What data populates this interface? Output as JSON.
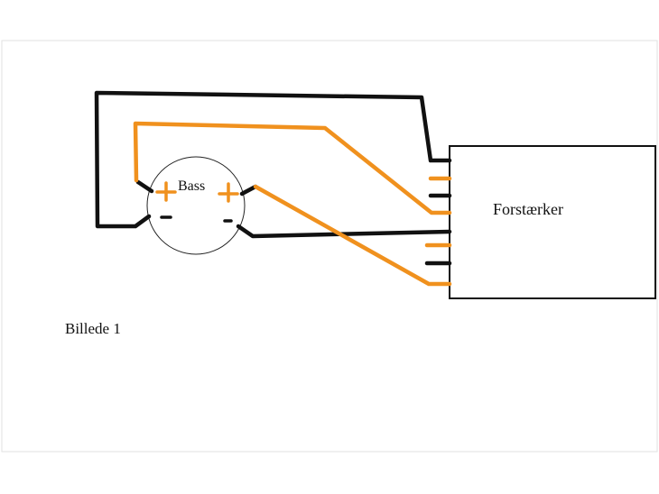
{
  "labels": {
    "speaker": "Bass",
    "amplifier": "Forstærker",
    "caption": "Billede 1",
    "plus_left": "+",
    "plus_right": "+",
    "minus_left": "-",
    "minus_right": "-"
  },
  "colors": {
    "positive_wire": "#f0911e",
    "negative_wire": "#111111",
    "outline": "#222222"
  }
}
